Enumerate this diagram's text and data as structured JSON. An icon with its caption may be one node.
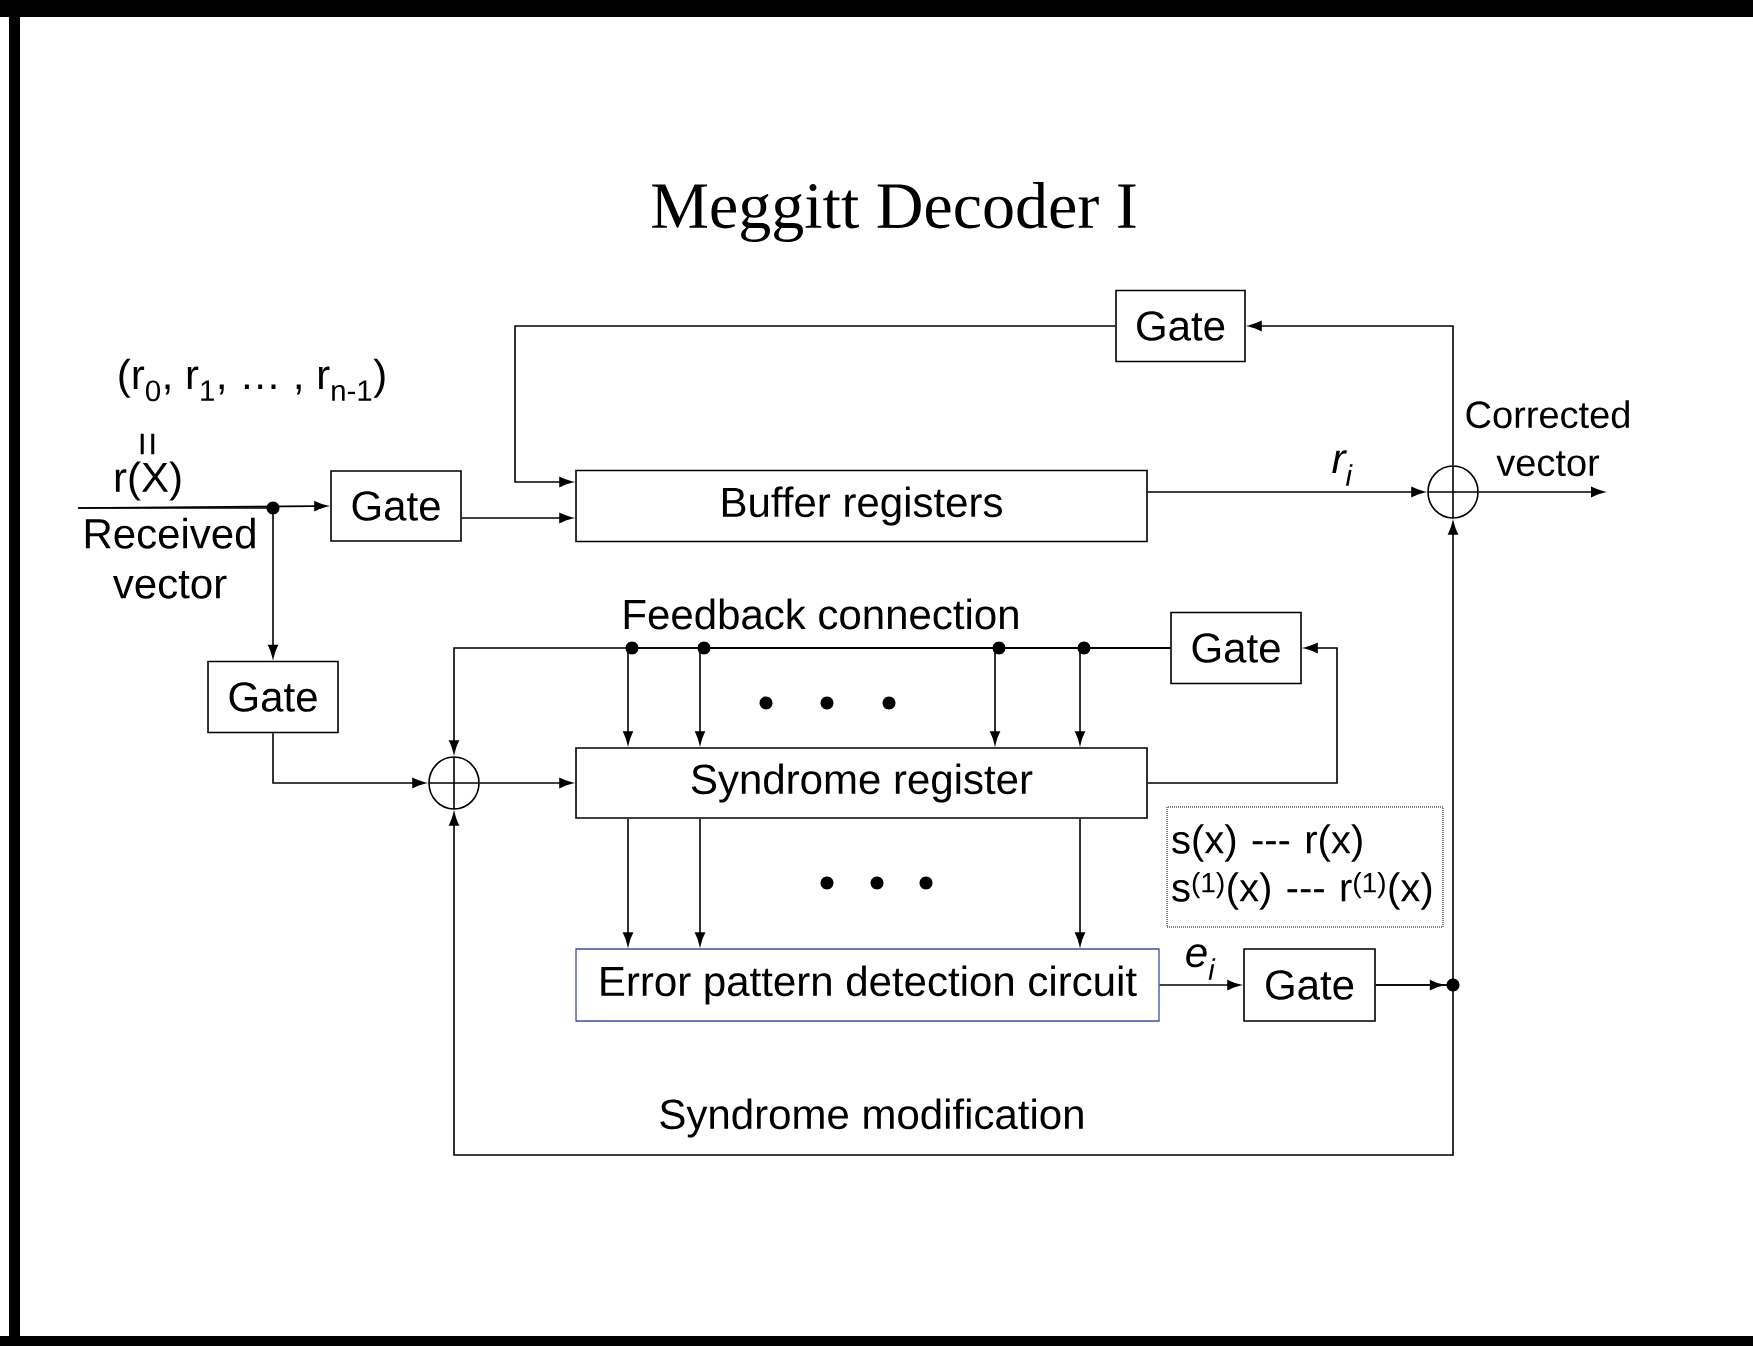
{
  "diagram": {
    "title": "Meggitt Decoder I",
    "nodes": [
      {
        "text": [
          "Gate"
        ]
      },
      {
        "text": [
          "Gate"
        ]
      },
      {
        "text": [
          "Buffer registers"
        ]
      },
      {
        "text": [],
        "shape": "circle"
      },
      {
        "text": [
          "Gate"
        ]
      },
      {
        "text": [
          "Gate"
        ]
      },
      {
        "text": [],
        "shape": "circle"
      },
      {
        "text": [
          "Syndrome register"
        ]
      },
      {
        "text": [
          "Error pattern detection circuit"
        ]
      },
      {
        "text": [
          "Gate"
        ]
      },
      {
        "text": [
          "s(x) --- r(x)",
          "s$^{(1)}$(x) --- r$^{(1)}$(x)"
        ]
      },
      {
        "text": [
          "Received vector"
        ]
      },
      {
        "text": [
          "Corrected vector"
        ]
      }
    ],
    "edges": [
      {
        "from": 11,
        "to": 1,
        "arrow": "to"
      },
      {
        "from": 11,
        "to": 4,
        "arrow": "to"
      },
      {
        "from": 1,
        "to": 2,
        "arrow": "to"
      },
      {
        "from": 0,
        "to": 2,
        "arrow": "to"
      },
      {
        "from": 2,
        "to": 3,
        "arrow": "to",
        "label": "r$_{i}$"
      },
      {
        "from": 3,
        "to": 12,
        "arrow": "to"
      },
      {
        "from": 3,
        "to": 0,
        "arrow": "to"
      },
      {
        "from": 5,
        "to": 6,
        "arrow": "to"
      },
      {
        "from": 5,
        "to": 7,
        "arrow": "to"
      },
      {
        "from": 5,
        "to": 7,
        "arrow": "to"
      },
      {
        "from": 5,
        "to": 7,
        "arrow": "to"
      },
      {
        "from": 5,
        "to": 7,
        "arrow": "to"
      },
      {
        "from": 7,
        "to": 5,
        "arrow": "to"
      },
      {
        "from": 4,
        "to": 6,
        "arrow": "to"
      },
      {
        "from": 6,
        "to": 7,
        "arrow": "to"
      },
      {
        "from": 7,
        "to": 8,
        "arrow": "to"
      },
      {
        "from": 7,
        "to": 8,
        "arrow": "to"
      },
      {
        "from": 7,
        "to": 8,
        "arrow": "to"
      },
      {
        "from": 8,
        "to": 9,
        "arrow": "to",
        "label": "e$_{i}$"
      },
      {
        "from": 9,
        "to": 3,
        "arrow": "to"
      },
      {
        "from": 9,
        "to": 6,
        "arrow": "to",
        "label": "Syndrome modification"
      }
    ],
    "labels": [
      "(r$_{0}$, r$_{1}$, … , r$_{n-1}$)",
      "=",
      "r(X)",
      "Feedback connection"
    ]
  }
}
